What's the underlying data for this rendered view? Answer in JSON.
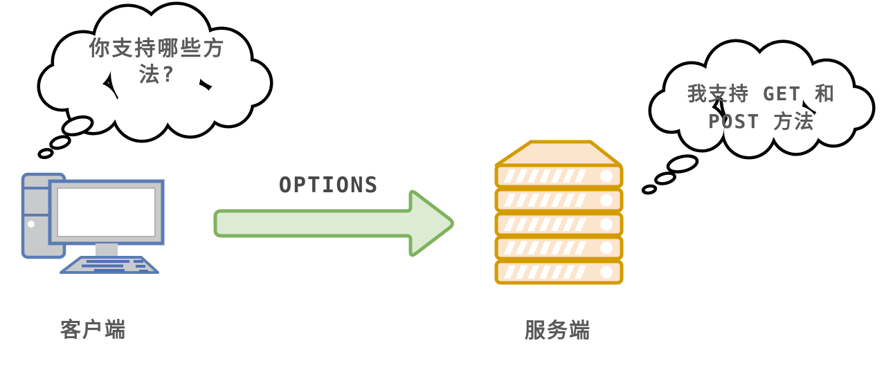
{
  "diagram": {
    "client": {
      "label": "客户端",
      "thought": {
        "lines": [
          "你支持哪些方",
          "法?"
        ]
      }
    },
    "server": {
      "label": "服务端",
      "thought": {
        "lines": [
          "我支持 GET 和",
          "POST 方法"
        ]
      }
    },
    "request": {
      "label": "OPTIONS"
    }
  },
  "icons": {
    "client": "desktop-computer-icon",
    "server": "server-stack-icon",
    "arrow": "right-block-arrow"
  },
  "colors": {
    "cloud_stroke": "#000000",
    "cloud_fill": "#ffffff",
    "text_gray": "#595959",
    "computer_blue": "#5b7cb5",
    "computer_key_blue": "#4e71b3",
    "computer_gray": "#c9cacb",
    "server_gold": "#d49b00",
    "server_fill": "#fce5cd",
    "arrow_stroke": "#7fb25f",
    "arrow_fill": "#ddebd3"
  }
}
